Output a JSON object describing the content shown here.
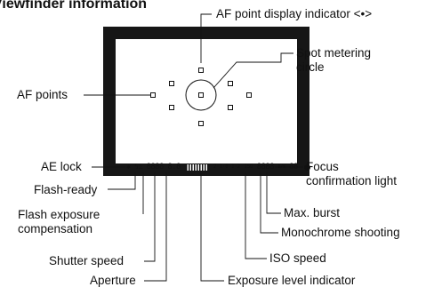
{
  "title": "Viewfinder information",
  "labels": {
    "af_point_display": "AF point display indicator <•>",
    "spot_metering_line1": "Spot metering",
    "spot_metering_line2": "circle",
    "af_points": "AF points",
    "ae_lock": "AE lock",
    "focus_confirmation_line1": "Focus",
    "focus_confirmation_line2": "confirmation light",
    "flash_ready": "Flash-ready",
    "max_burst": "Max. burst",
    "flash_exposure_line1": "Flash exposure",
    "flash_exposure_line2": "compensation",
    "monochrome": "Monochrome shooting",
    "shutter_speed": "Shutter speed",
    "iso_speed": "ISO speed",
    "aperture": "Aperture",
    "exposure_level": "Exposure level indicator"
  },
  "strip": {
    "ae_lock_symbol": "✱",
    "flash_symbols": "ϟ±",
    "shutter_digits": "8888",
    "aperture_digits": "8.8",
    "scale_text": "2·1·0·1·2",
    "iso_label": "ISO",
    "iso_digits": "8888",
    "mono_symbol": "B/W",
    "burst_digits": "88"
  }
}
